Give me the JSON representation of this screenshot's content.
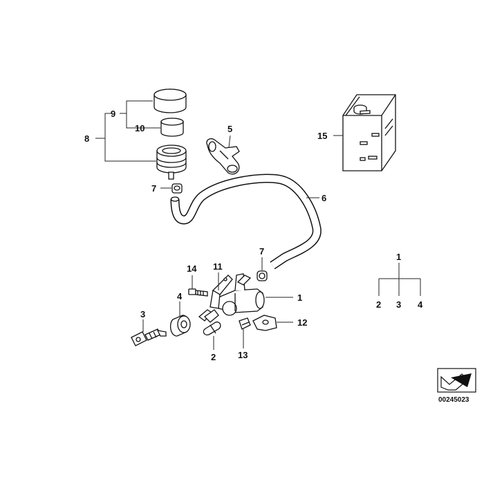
{
  "labels": {
    "l1": "1",
    "l2": "2",
    "l3": "3",
    "l4": "4",
    "l5": "5",
    "l6": "6",
    "l7a": "7",
    "l7b": "7",
    "l8": "8",
    "l9": "9",
    "l10": "10",
    "l11": "11",
    "l12": "12",
    "l13": "13",
    "l14": "14",
    "l15": "15"
  },
  "legend": {
    "top": "1",
    "left": "2",
    "mid": "3",
    "right": "4"
  },
  "reference_number": "00245023"
}
